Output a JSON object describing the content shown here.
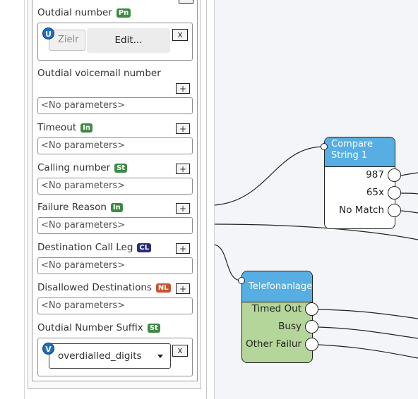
{
  "fields": {
    "outdial_number": {
      "label": "Outdial number",
      "badge": "Pn",
      "value_prefix": "Zielr",
      "edit_label": "Edit...",
      "circle": "U",
      "remove": "x"
    },
    "outdial_voicemail": {
      "label": "Outdial voicemail number",
      "add": "+",
      "empty": "<No parameters>"
    },
    "timeout": {
      "label": "Timeout",
      "badge": "In",
      "add": "+",
      "empty": "<No parameters>"
    },
    "calling_number": {
      "label": "Calling number",
      "badge": "St",
      "add": "+",
      "empty": "<No parameters>"
    },
    "failure_reason": {
      "label": "Failure Reason",
      "badge": "In",
      "add": "+",
      "empty": "<No parameters>"
    },
    "destination_call_leg": {
      "label": "Destination Call Leg",
      "badge": "CL",
      "add": "+",
      "empty": "<No parameters>"
    },
    "disallowed_destinations": {
      "label": "Disallowed Destinations",
      "badge": "NL",
      "add": "+",
      "empty": "<No parameters>"
    },
    "outdial_number_suffix": {
      "label": "Outdial Number Suffix",
      "badge": "St",
      "circle": "V",
      "selected": "overdialled_digits",
      "remove": "x"
    }
  },
  "canvas": {
    "compare_node": {
      "title_line1": "Compare",
      "title_line2": "String 1",
      "outputs": [
        "987",
        "65x",
        "No Match"
      ]
    },
    "telefon_node": {
      "title": "Telefonanlage",
      "outputs": [
        "Timed Out",
        "Busy",
        "Other Failur"
      ]
    }
  },
  "colors": {
    "node_header": "#56aee3",
    "node_body_green": "#b5d69a",
    "badge_green": "#3f8a45",
    "badge_navy": "#2b2c7c",
    "badge_red": "#c9532e",
    "circle_blue": "#1d6fc2"
  }
}
